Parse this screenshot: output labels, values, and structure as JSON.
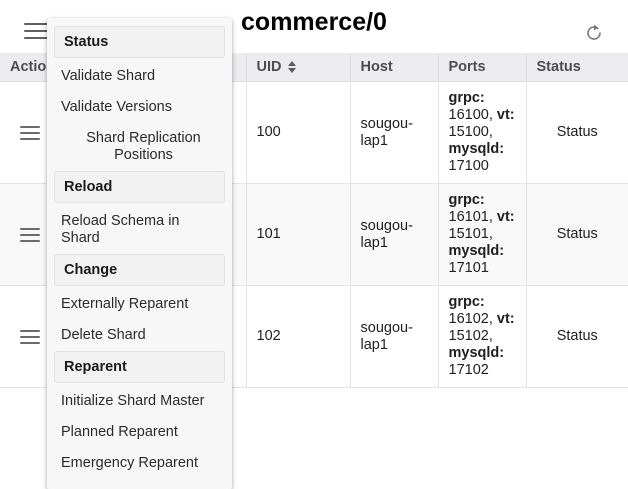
{
  "header": {
    "title": "commerce/0",
    "menu_icon": "hamburger-menu-icon",
    "refresh_icon": "refresh-icon"
  },
  "table": {
    "columns": [
      {
        "key": "actions",
        "label": "Actions",
        "sortable": false
      },
      {
        "key": "uid",
        "label": "UID",
        "sortable": true
      },
      {
        "key": "host",
        "label": "Host",
        "sortable": false
      },
      {
        "key": "ports",
        "label": "Ports",
        "sortable": false
      },
      {
        "key": "status",
        "label": "Status",
        "sortable": false
      }
    ],
    "rows": [
      {
        "uid": "100",
        "host": "sougou-lap1",
        "ports": [
          {
            "label": "grpc:",
            "value": "16100,"
          },
          {
            "label": "vt:",
            "value": "15100,"
          },
          {
            "label": "mysqld:",
            "value": "17100"
          }
        ],
        "status": "Status",
        "action_icon": "row-menu-icon"
      },
      {
        "uid": "101",
        "host": "sougou-lap1",
        "ports": [
          {
            "label": "grpc:",
            "value": "16101,"
          },
          {
            "label": "vt:",
            "value": "15101,"
          },
          {
            "label": "mysqld:",
            "value": "17101"
          }
        ],
        "status": "Status",
        "action_icon": "row-menu-icon"
      },
      {
        "uid": "102",
        "host": "sougou-lap1",
        "ports": [
          {
            "label": "grpc:",
            "value": "16102,"
          },
          {
            "label": "vt:",
            "value": "15102,"
          },
          {
            "label": "mysqld:",
            "value": "17102"
          }
        ],
        "status": "Status",
        "action_icon": "row-menu-icon"
      }
    ]
  },
  "dropdown": {
    "entries": [
      {
        "type": "section",
        "label": "Status"
      },
      {
        "type": "item",
        "label": "Validate Shard"
      },
      {
        "type": "item",
        "label": "Validate Versions"
      },
      {
        "type": "item",
        "label": "Shard Replication Positions",
        "indented": true
      },
      {
        "type": "section",
        "label": "Reload"
      },
      {
        "type": "item",
        "label": "Reload Schema in Shard"
      },
      {
        "type": "section",
        "label": "Change"
      },
      {
        "type": "item",
        "label": "Externally Reparent"
      },
      {
        "type": "item",
        "label": "Delete Shard"
      },
      {
        "type": "section",
        "label": "Reparent"
      },
      {
        "type": "item",
        "label": "Initialize Shard Master"
      },
      {
        "type": "item",
        "label": "Planned Reparent"
      },
      {
        "type": "item",
        "label": "Emergency Reparent"
      }
    ]
  },
  "colors": {
    "header_bg": "#ececee",
    "row_alt_bg": "#f8f8f8",
    "menu_bg": "#f7f7f7",
    "section_bg": "#f2f2f2",
    "text": "#212121"
  }
}
